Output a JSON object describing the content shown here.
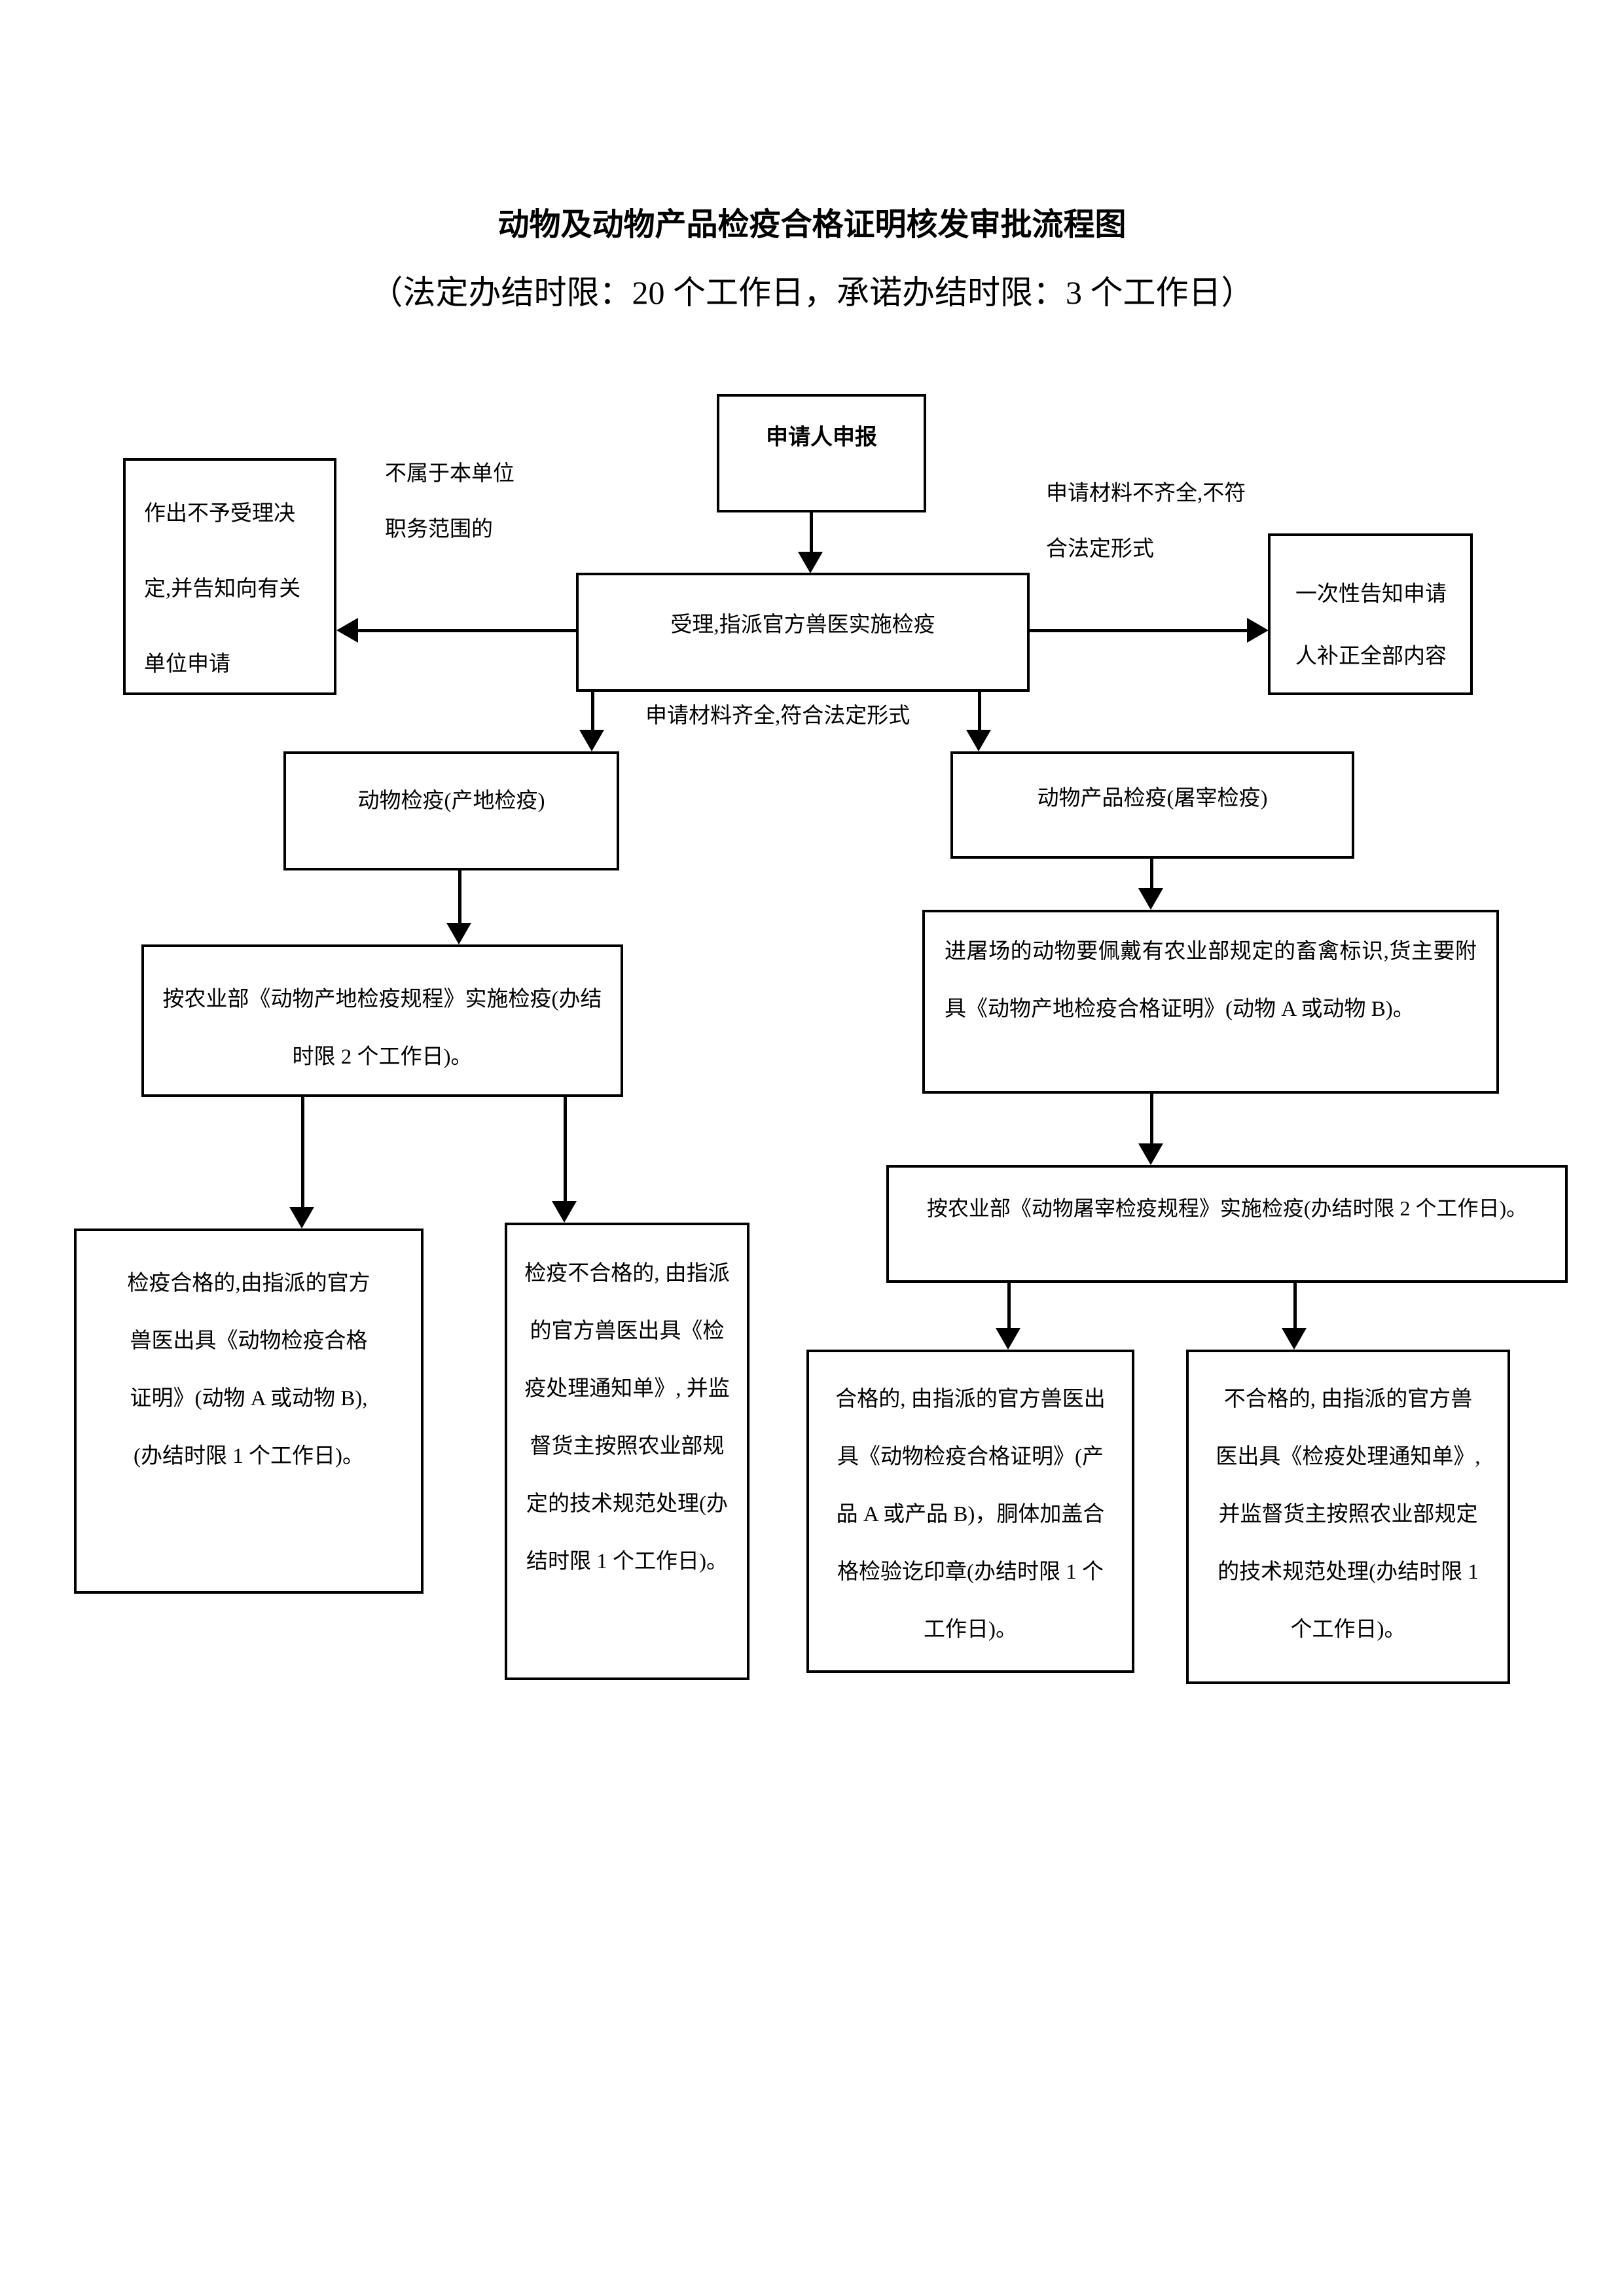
{
  "page": {
    "title": "动物及动物产品检疫合格证明核发审批流程图",
    "subtitle": "（法定办结时限：20 个工作日，承诺办结时限：3 个工作日）"
  },
  "nodes": {
    "apply": "申请人申报",
    "accept": "受理,指派官方兽医实施检疫",
    "reject_decision": "作出不予受理决定,并告知向有关单位申请",
    "notify_correction": "一次性告知申请人补正全部内容",
    "animal_quarantine": "动物检疫(产地检疫)",
    "product_quarantine": "动物产品检疫(屠宰检疫)",
    "origin_rule": "按农业部《动物产地检疫规程》实施检疫(办结时限 2 个工作日)。",
    "slaughter_entry": "进屠场的动物要佩戴有农业部规定的畜禽标识,货主要附具《动物产地检疫合格证明》(动物 A 或动物 B)。",
    "slaughter_rule": "按农业部《动物屠宰检疫规程》实施检疫(办结时限 2 个工作日)。",
    "animal_pass": "检疫合格的,由指派的官方兽医出具《动物检疫合格证明》(动物 A 或动物 B),(办结时限 1 个工作日)。",
    "animal_fail": "检疫不合格的, 由指派的官方兽医出具《检疫处理通知单》, 并监督货主按照农业部规定的技术规范处理(办结时限 1 个工作日)。",
    "product_pass": "合格的, 由指派的官方兽医出具《动物检疫合格证明》(产品 A 或产品 B)，胴体加盖合格检验讫印章(办结时限 1 个工作日)。",
    "product_fail": "不合格的, 由指派的官方兽医出具《检疫处理通知单》, 并监督货主按照农业部规定的技术规范处理(办结时限 1 个工作日)。"
  },
  "edge_labels": {
    "out_of_scope": "不属于本单位职务范围的",
    "materials_incomplete": "申请材料不齐全,不符合法定形式",
    "materials_complete": "申请材料齐全,符合法定形式"
  }
}
